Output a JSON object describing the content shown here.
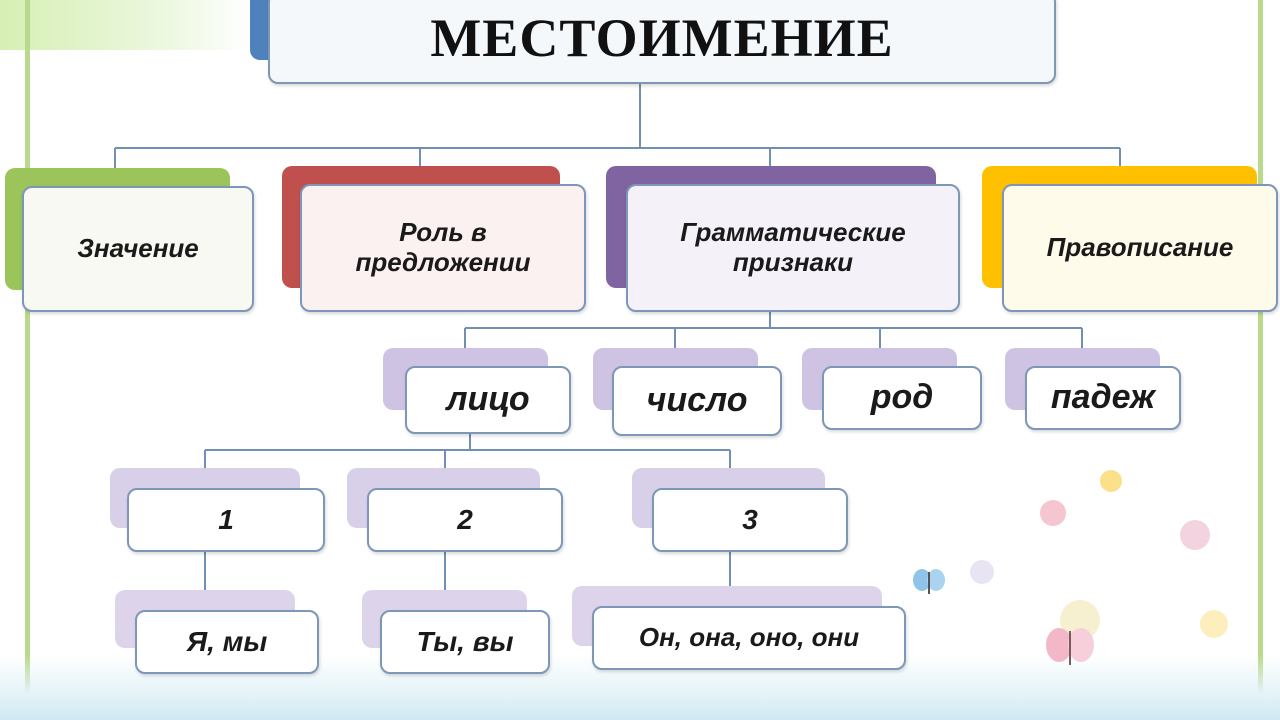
{
  "title": "МЕСТОИМЕНИЕ",
  "categories": [
    {
      "label": "Значение",
      "color": "#9bc45a"
    },
    {
      "label": "Роль в предложении",
      "color": "#c0504d"
    },
    {
      "label": "Грамматические признаки",
      "color": "#8064a2"
    },
    {
      "label": "Правописание",
      "color": "#ffc000"
    }
  ],
  "features": [
    "лицо",
    "число",
    "род",
    "падеж"
  ],
  "persons": [
    "1",
    "2",
    "3"
  ],
  "examples": [
    "Я, мы",
    "Ты, вы",
    "Он, она, оно, они"
  ],
  "colors": {
    "connector": "#6f8fb3",
    "frame": "#b9da8c",
    "feature_shadow": "#cfc3e3"
  }
}
